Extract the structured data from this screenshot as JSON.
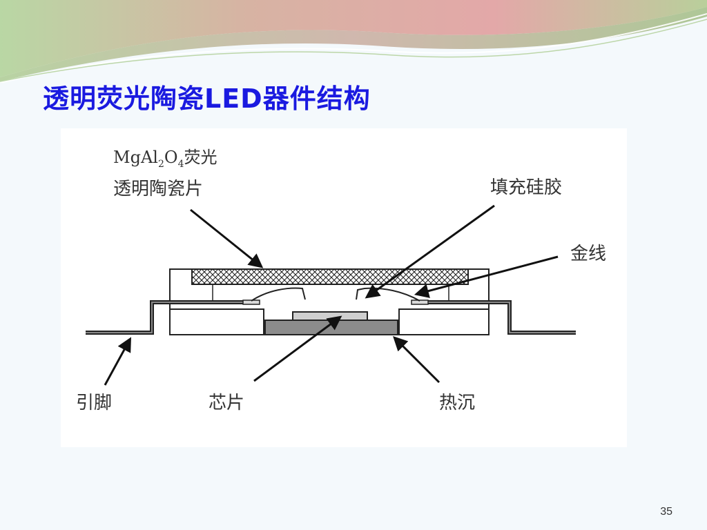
{
  "slide": {
    "title": "透明荧光陶瓷LED器件结构",
    "page_number": "35"
  },
  "diagram": {
    "labels": {
      "ceramic_line1_prefix": "MgAl",
      "ceramic_sub1": "2",
      "ceramic_mid": "O",
      "ceramic_sub2": "4",
      "ceramic_line1_suffix": "荧光",
      "ceramic_line2": "透明陶瓷片",
      "silicone": "填充硅胶",
      "gold_wire": "金线",
      "lead": "引脚",
      "chip": "芯片",
      "heat_sink": "热沉"
    }
  }
}
